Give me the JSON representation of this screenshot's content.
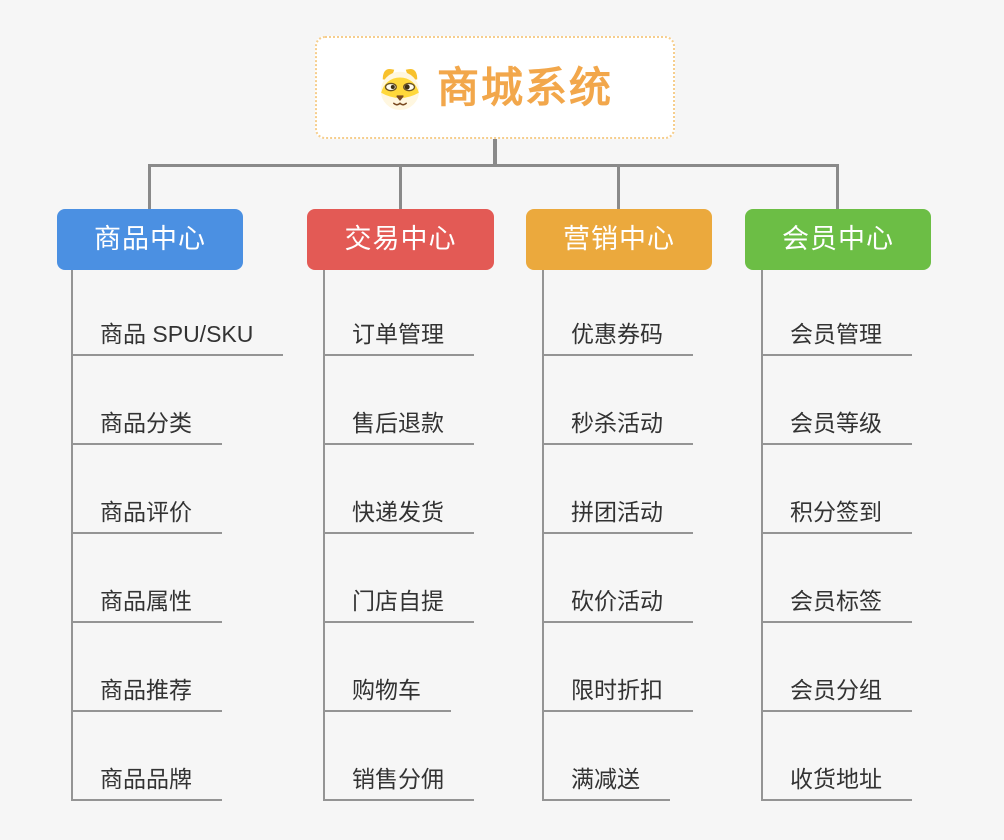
{
  "root": {
    "title": "商城系统",
    "icon": "dog-face-icon"
  },
  "colors": {
    "background": "#f6f6f6",
    "root_border": "#f6ce8d",
    "root_title": "#f2a74b",
    "connector": "#8a8a8a",
    "leaf_line": "#949494",
    "leaf_text": "#333333",
    "branch_text": "#ffffff"
  },
  "branches": [
    {
      "label": "商品中心",
      "color": "#4b90e2",
      "items": [
        "商品 SPU/SKU",
        "商品分类",
        "商品评价",
        "商品属性",
        "商品推荐",
        "商品品牌"
      ]
    },
    {
      "label": "交易中心",
      "color": "#e35a55",
      "items": [
        "订单管理",
        "售后退款",
        "快递发货",
        "门店自提",
        "购物车",
        "销售分佣"
      ]
    },
    {
      "label": "营销中心",
      "color": "#eba93d",
      "items": [
        "优惠券码",
        "秒杀活动",
        "拼团活动",
        "砍价活动",
        "限时折扣",
        "满减送"
      ]
    },
    {
      "label": "会员中心",
      "color": "#6cbe45",
      "items": [
        "会员管理",
        "会员等级",
        "积分签到",
        "会员标签",
        "会员分组",
        "收货地址"
      ]
    }
  ]
}
